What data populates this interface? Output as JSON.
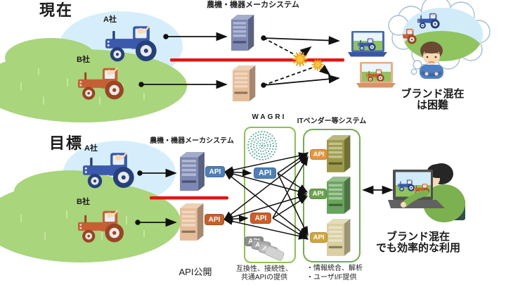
{
  "shared": {
    "api_label": "API"
  },
  "current": {
    "title": "現在",
    "company_a": "A社",
    "company_b": "B社",
    "maker_system": "農機・機器メーカシステム",
    "caption_line1": "ブランド混在",
    "caption_line2": "は困難"
  },
  "goal": {
    "title": "目標",
    "company_a": "A社",
    "company_b": "B社",
    "maker_system": "農機・機器メーカシステム",
    "api_open": "API公開",
    "wagri": {
      "title": "WAGRI",
      "note_line1": "互換性、接続性、",
      "note_line2": "共通APIの提供"
    },
    "it_vendor": {
      "title": "ITベンダー等システム",
      "note_line1": "・情報統合、解析",
      "note_line2": "・ユーザI/F提供"
    },
    "caption_line1": "ブランド混在",
    "caption_line2": "でも効率的な利用"
  },
  "icons": {
    "tractor-blue-icon": "blue tractor illustration",
    "tractor-orange-icon": "orange tractor illustration",
    "server-icon": "tower server illustration",
    "laptop-icon": "laptop computer illustration",
    "wagri-logo-icon": "teal circular mandala logo",
    "starburst-icon": "yellow collision burst",
    "thought-bubble-icon": "thought cloud",
    "worried-person-icon": "troubled farmer in blue shirt",
    "pc-user-icon": "person in green shirt using laptop"
  },
  "colors": {
    "barrier_red": "#e61414",
    "api_blue": "#4e7fb5",
    "api_orange": "#c4612a",
    "api_it_orange": "#e6953d",
    "api_green": "#6da24f",
    "api_tan": "#cfa63e",
    "wagri_box_green": "#8cc152",
    "it_box_green": "#6fae4e",
    "field_green": "#a9d57c",
    "sky_blue": "#d6eefb"
  }
}
